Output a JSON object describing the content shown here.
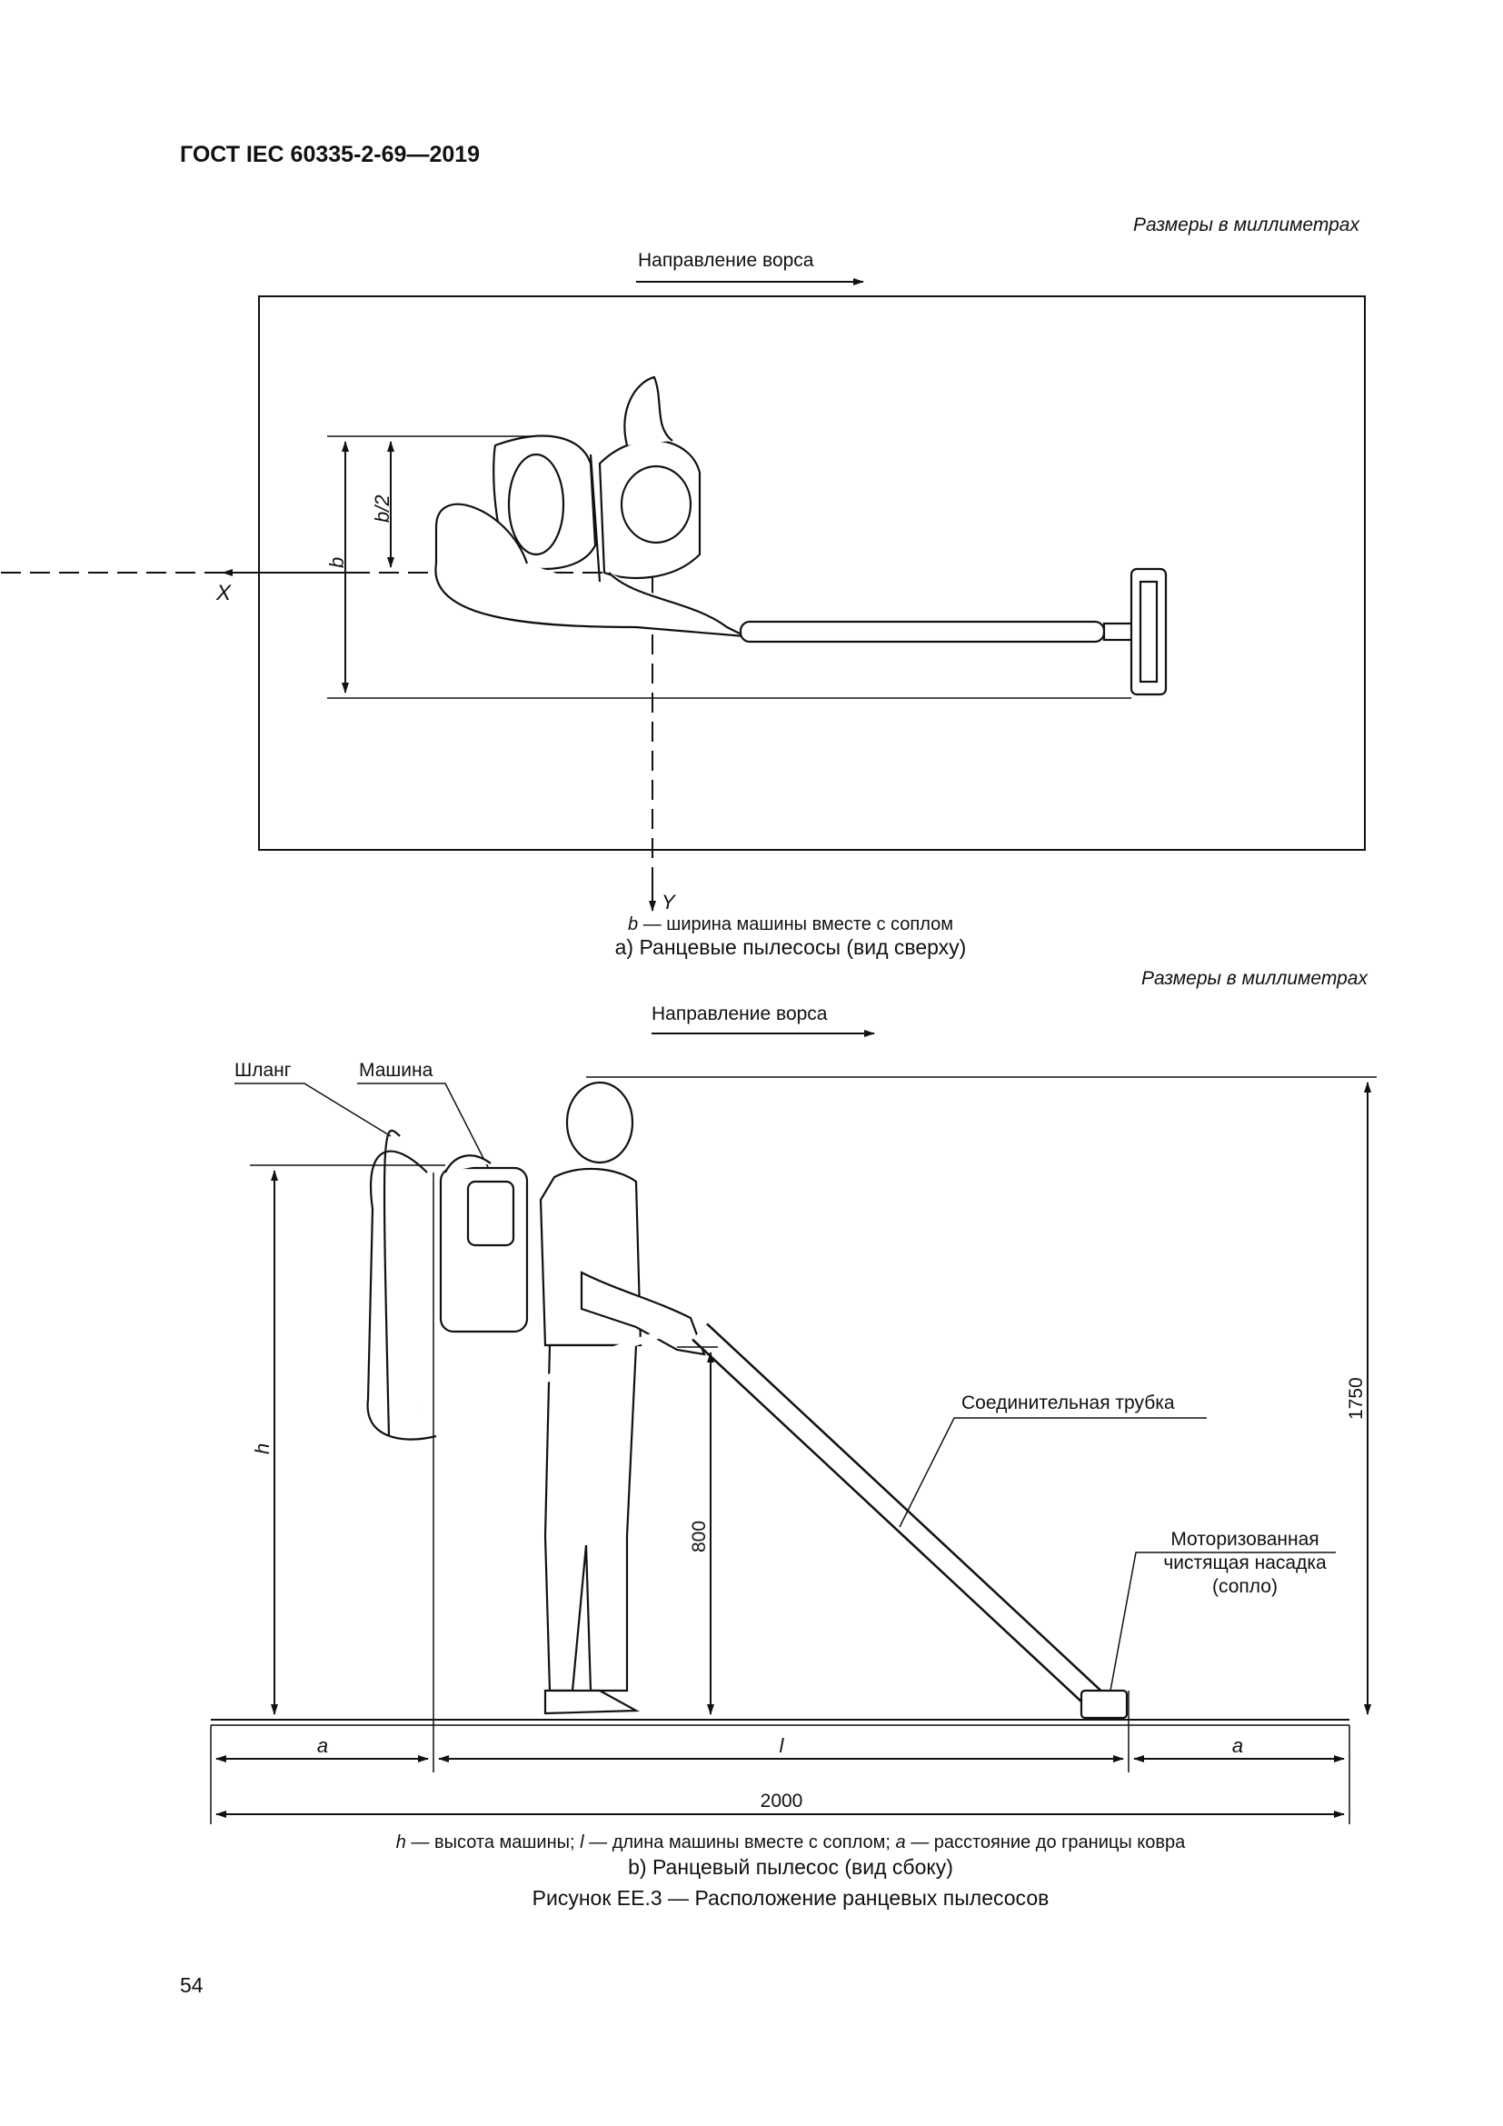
{
  "header": {
    "standard": "ГОСТ IEC 60335-2-69—2019"
  },
  "figure_a": {
    "units_note": "Размеры в миллиметрах",
    "pile_direction": "Направление ворса",
    "axis_x": "X",
    "axis_y": "Y",
    "dim_b": "b",
    "dim_b_half": "b/2",
    "legend_var": "b",
    "legend_text": " — ширина машины вместе с соплом",
    "caption": "а)  Ранцевые пылесосы (вид сверху)"
  },
  "figure_b": {
    "units_note": "Размеры в миллиметрах",
    "pile_direction": "Направление ворса",
    "label_hose": "Шланг",
    "label_machine": "Машина",
    "label_tube": "Соединительная трубка",
    "label_nozzle": [
      "Моторизованная",
      "чистящая насадка",
      "(сопло)"
    ],
    "dim_h": "h",
    "dim_800": "800",
    "dim_1750": "1750",
    "dim_a_left": "a",
    "dim_l": "l",
    "dim_a_right": "a",
    "dim_2000": "2000",
    "legend": {
      "h": "h",
      "h_text": " — высота машины; ",
      "l": "l",
      "l_text": " — длина машины вместе с соплом; ",
      "a": "a",
      "a_text": " — расстояние до границы ковра"
    },
    "caption": "b)  Ранцевый пылесос (вид сбоку)"
  },
  "figure_title": "Рисунок ЕЕ.3 — Расположение ранцевых пылесосов",
  "page_number": "54"
}
